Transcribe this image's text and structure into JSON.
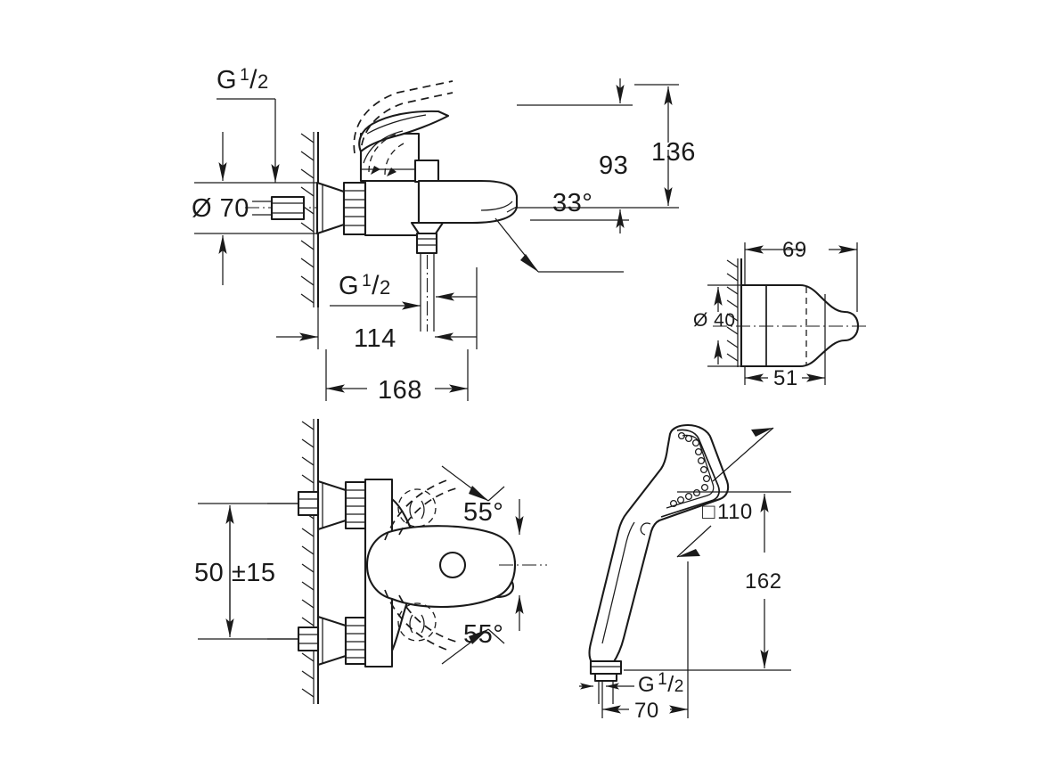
{
  "drawing": {
    "title": "Wall-mounted bath/shower mixer — dimensioned technical drawing",
    "background": "#ffffff",
    "line_color": "#1a1a1a",
    "units": "mm"
  },
  "views": {
    "side_elevation": {
      "name": "Bath mixer side elevation",
      "dimensions": {
        "thread_top": "G",
        "thread_top_num": "1",
        "thread_top_slash": "/",
        "thread_top_den": "2",
        "escutcheon_dia": "Ø 70",
        "thread_outlet": "G",
        "thread_outlet_num": "1",
        "thread_outlet_slash": "/",
        "thread_outlet_den": "2",
        "spout_reach": "114",
        "overall_reach": "168",
        "spout_height": "93",
        "lever_height": "136",
        "spout_angle": "33°"
      }
    },
    "wall_bracket": {
      "name": "Shower holder wall bracket",
      "dimensions": {
        "length": "69",
        "wall_dia": "Ø 40",
        "body_length": "51"
      }
    },
    "plan_view": {
      "name": "Bath mixer plan view",
      "dimensions": {
        "inlet_centres": "50 ±15",
        "swivel_up": "55°",
        "swivel_down": "55°"
      }
    },
    "hand_shower": {
      "name": "Hand shower elevation",
      "dimensions": {
        "spray_face": "110",
        "spray_face_symbol": "□",
        "length": "162",
        "thread": "G",
        "thread_num": "1",
        "thread_slash": "/",
        "thread_den": "2",
        "handle_offset": "70"
      }
    }
  }
}
